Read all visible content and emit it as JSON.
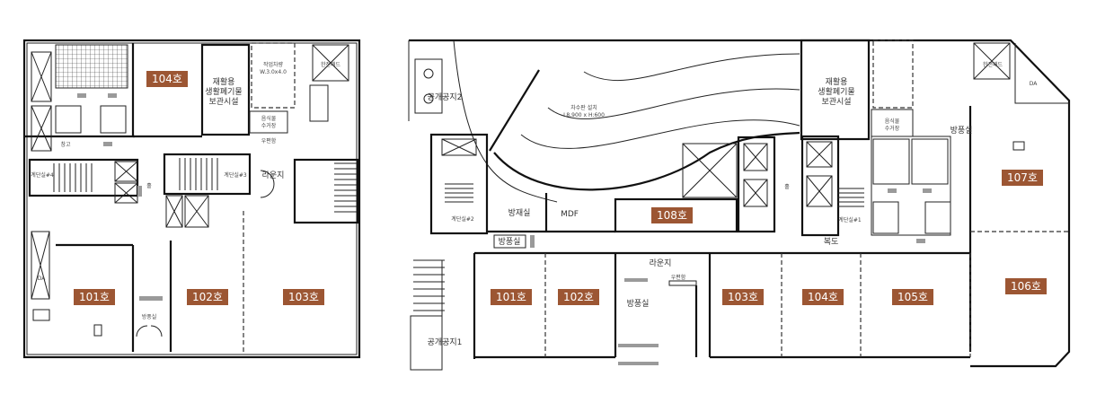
{
  "colors": {
    "unit_badge": "#9c5633",
    "wall": "#111111",
    "fixture": "#9a9a9a"
  },
  "left_plan": {
    "units": [
      "104호",
      "101호",
      "102호",
      "103호"
    ],
    "labels": {
      "recycle": [
        "재활용",
        "생활폐기물",
        "보관시설"
      ],
      "work_vehicle": [
        "작업차량",
        "W.3.0x4.0"
      ],
      "kepco_pad": "한전패드",
      "food_waste": [
        "음식물",
        "수거장"
      ],
      "mailbox": "우편함",
      "lounge": "라운지",
      "storage": "창고",
      "stair4": "계단실#4",
      "stair3": "계단실#3",
      "hall": "홀",
      "windbreak": "방풍실",
      "da": "DA"
    }
  },
  "right_plan": {
    "units": [
      "108호",
      "107호",
      "101호",
      "102호",
      "103호",
      "104호",
      "105호",
      "106호"
    ],
    "labels": {
      "open_space2": "공개공지2",
      "water_board": [
        "차수판 설치",
        "L8,900 x H:600"
      ],
      "disaster_room": "방재실",
      "mdf": "MDF",
      "stair2": "계단실#2",
      "windbreak_a": "방풍실",
      "lounge": "라운지",
      "mailbox": "우편함",
      "windbreak_b": "방풍실",
      "open_space1": "공개공지1",
      "recycle": [
        "재활용",
        "생활폐기물",
        "보관시설"
      ],
      "kepco_pad": "한전패드",
      "food_waste": [
        "음식물",
        "수거장"
      ],
      "windbreak_c": "방풍실",
      "hall": "홀",
      "stair1": "계단실#1",
      "corridor": "복도",
      "da": "DA"
    }
  }
}
